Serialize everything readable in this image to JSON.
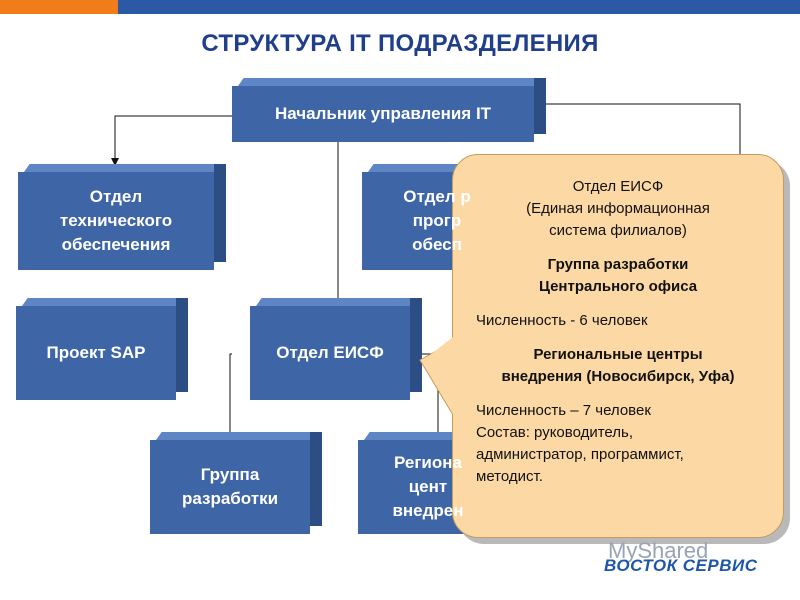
{
  "header": {
    "title": "СТРУКТУРА IT ПОДРАЗДЕЛЕНИЯ"
  },
  "boxes": {
    "head": "Начальник управления IT",
    "tech": "Отдел\nтехнического\nобеспечения",
    "soft": "Отдел р\nпрогр\nобесп",
    "sap": "Проект SAP",
    "eisf": "Отдел ЕИСФ",
    "group": "Группа\nразработки",
    "regional": "Региона\nцент\nвнедрен"
  },
  "callout": {
    "line1": "Отдел ЕИСФ",
    "line2": "(Единая информационная",
    "line3": "система филиалов)",
    "line4": "Группа разработки",
    "line5": "Центрального офиса",
    "line6": "Численность - 6 человек",
    "line7": "Региональные центры",
    "line8": "внедрения (Новосибирск, Уфа)",
    "line9": "Численность – 7 человек",
    "line10": "Состав: руководитель,",
    "line11": "администратор, программист,",
    "line12": "методист."
  },
  "watermark": "MyShared",
  "logo": "ВОСТОК СЕРВИС",
  "colors": {
    "box": "#3e65a5",
    "title": "#1f3f8a",
    "callout": "#fcd9a4",
    "accent_orange": "#f07d1a",
    "accent_blue": "#2b59a6"
  }
}
